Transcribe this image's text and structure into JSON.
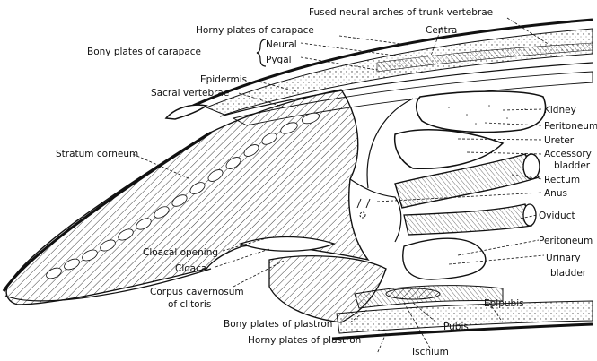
{
  "labels": {
    "fused_neural": "Fused neural arches of trunk vertebrae",
    "horny_carapace": "Horny plates of carapace",
    "bony_carapace": "Bony plates of carapace",
    "neural": "Neural",
    "pygal": "Pygal",
    "centra": "Centra",
    "epidermis": "Epidermis",
    "sacral": "Sacral vertebrae",
    "kidney": "Kidney",
    "peritoneum_top": "Peritoneum",
    "ureter": "Ureter",
    "accessory": "Accessory",
    "bladder_acc": "bladder",
    "stratum": "Stratum corneum",
    "rectum": "Rectum",
    "anus": "Anus",
    "oviduct": "Oviduct",
    "peritoneum_low": "Peritoneum",
    "urinary": "Urinary",
    "bladder_urin": "bladder",
    "cloacal_opening": "Cloacal opening",
    "cloaca": "Cloaca",
    "corpus": "Corpus cavernosum",
    "clitoris": "of clitoris",
    "epipubis": "Epipubis",
    "bony_plastron": "Bony plates of plastron",
    "pubis": "Pubis",
    "horny_plastron": "Horny plates of plastron",
    "ischium": "Ischium"
  }
}
